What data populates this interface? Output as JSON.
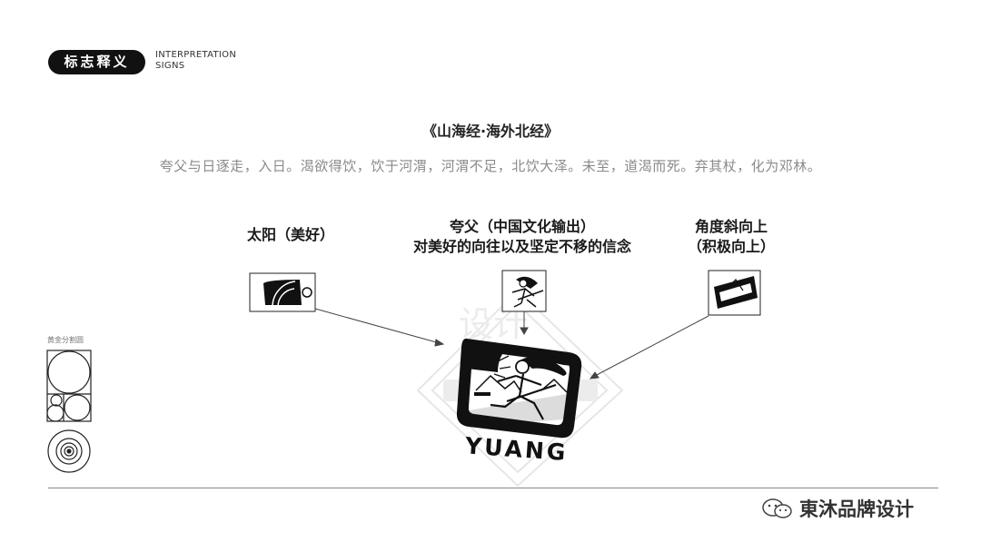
{
  "header": {
    "badge": "标志释义",
    "english_line1": "INTERPRETATION",
    "english_line2": "SIGNS"
  },
  "source": {
    "title": "《山海经·海外北经》",
    "quote": "夸父与日逐走，入日。渴欲得饮，饮于河渭，河渭不足，北饮大泽。未至，道渴而死。弃其杖，化为邓林。"
  },
  "labels": {
    "sun": "太阳（美好）",
    "kuafu_line1": "夸父（中国文化输出）",
    "kuafu_line2": "对美好的向往以及坚定不移的信念",
    "angle_line1": "角度斜向上",
    "angle_line2": "（积极向上）"
  },
  "golden": {
    "label": "黄金分割圆"
  },
  "logo": {
    "wordmark": "YUANG"
  },
  "watermark": {
    "text": "東沐品牌设计"
  },
  "colors": {
    "ink": "#111111",
    "muted": "#8a8a8a",
    "ghost": "#e3e3e3"
  }
}
